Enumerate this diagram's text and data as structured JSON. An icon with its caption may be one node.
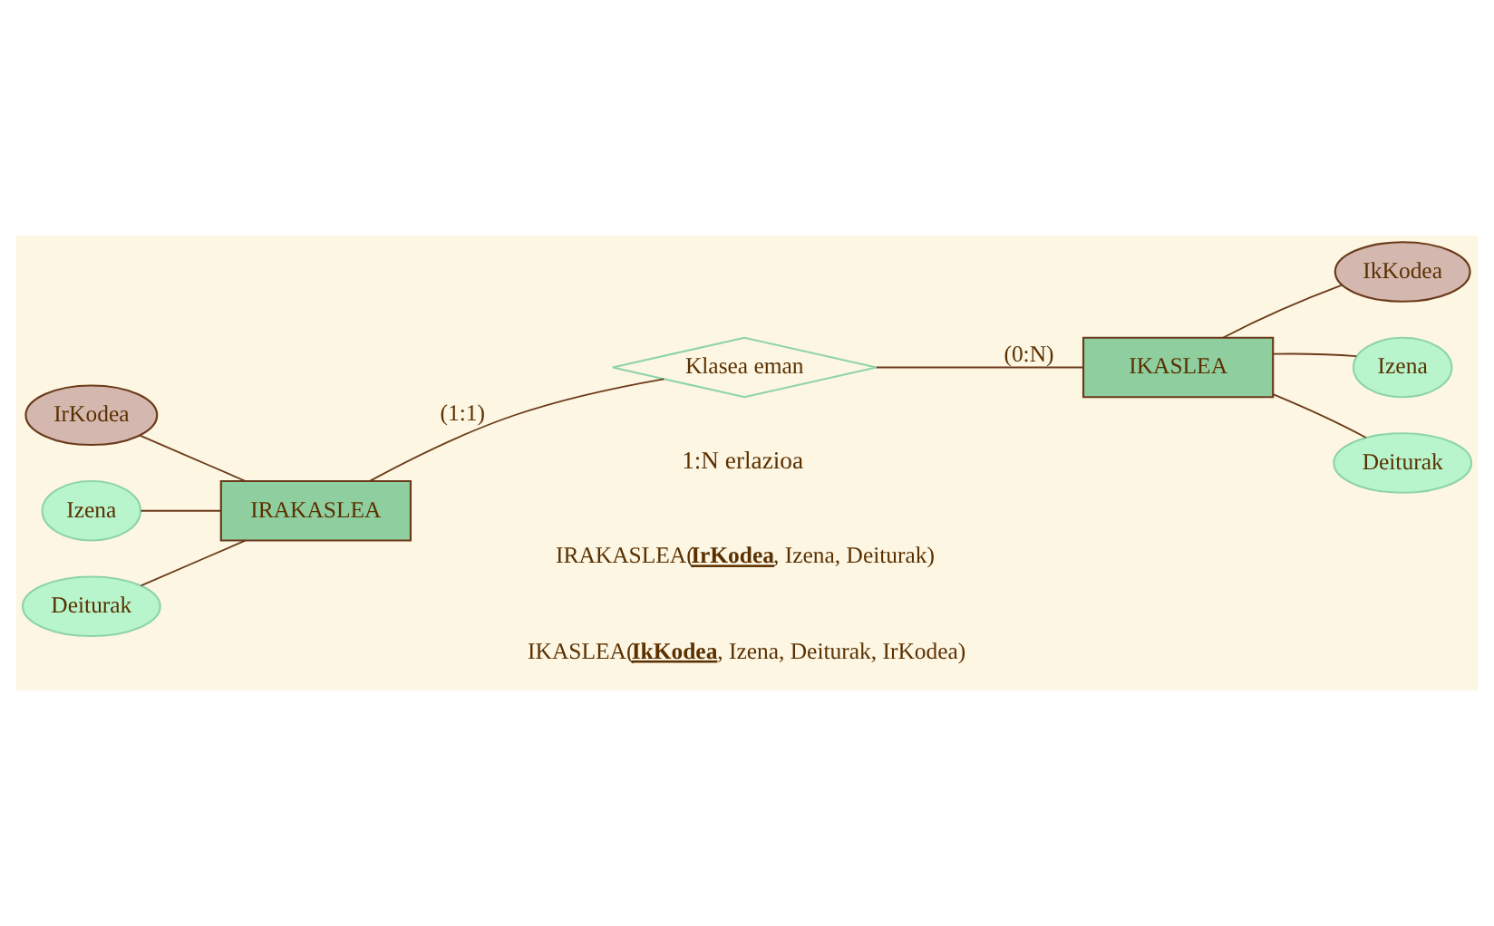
{
  "diagram": {
    "nodes": [
      {
        "text": [
          "IrKodea"
        ]
      },
      {
        "text": [
          "Izena"
        ]
      },
      {
        "text": [
          "Deiturak"
        ]
      },
      {
        "text": [
          "IRAKASLEA"
        ]
      },
      {
        "text": [
          "Klasea eman"
        ]
      },
      {
        "text": [
          "IKASLEA"
        ]
      },
      {
        "text": [
          "IkKodea"
        ]
      },
      {
        "text": [
          "Izena"
        ]
      },
      {
        "text": [
          "Deiturak"
        ]
      }
    ],
    "edges": [
      {
        "from": 0,
        "to": 3,
        "arrow": "none"
      },
      {
        "from": 1,
        "to": 3,
        "arrow": "none"
      },
      {
        "from": 2,
        "to": 3,
        "arrow": "none"
      },
      {
        "from": 3,
        "to": 4,
        "arrow": "none",
        "label": "(1:1)"
      },
      {
        "from": 4,
        "to": 5,
        "arrow": "none",
        "label": "(0:N)"
      },
      {
        "from": 6,
        "to": 5,
        "arrow": "none"
      },
      {
        "from": 7,
        "to": 5,
        "arrow": "none"
      },
      {
        "from": 8,
        "to": 5,
        "arrow": "none"
      }
    ],
    "labels": [
      "1:N erlazioa",
      "IRAKASLEA(**IrKodea**, Izena, Deiturak)",
      "IKASLEA(**IkKodea**, Izena, Deiturak, IrKodea)"
    ]
  }
}
